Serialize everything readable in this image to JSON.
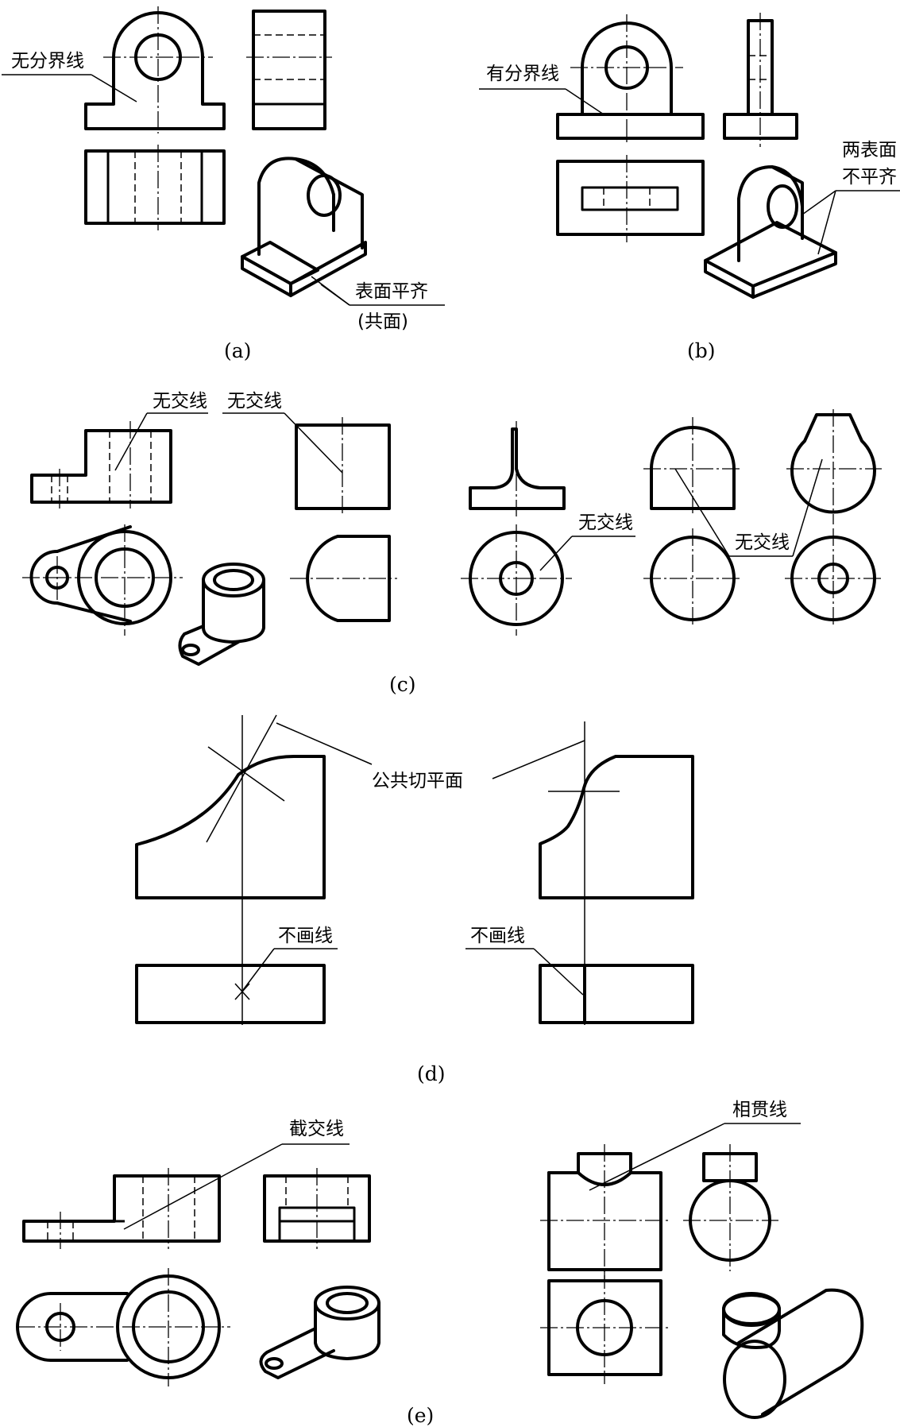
{
  "panels": {
    "a": {
      "caption": "(a)",
      "label_no_boundary": "无分界线",
      "label_flush": "表面平齐",
      "label_coplanar": "(共面)"
    },
    "b": {
      "caption": "(b)",
      "label_has_boundary": "有分界线",
      "label_not_flush_1": "两表面",
      "label_not_flush_2": "不平齐"
    },
    "c": {
      "caption": "(c)",
      "label_no_intersection_1": "无交线",
      "label_no_intersection_2": "无交线",
      "label_no_intersection_3": "无交线",
      "label_no_intersection_4": "无交线"
    },
    "d": {
      "caption": "(d)",
      "label_common_tangent_plane": "公共切平面",
      "label_no_line_left": "不画线",
      "label_no_line_right": "不画线"
    },
    "e": {
      "caption": "(e)",
      "label_section_line": "截交线",
      "label_intersection_line": "相贯线"
    }
  }
}
